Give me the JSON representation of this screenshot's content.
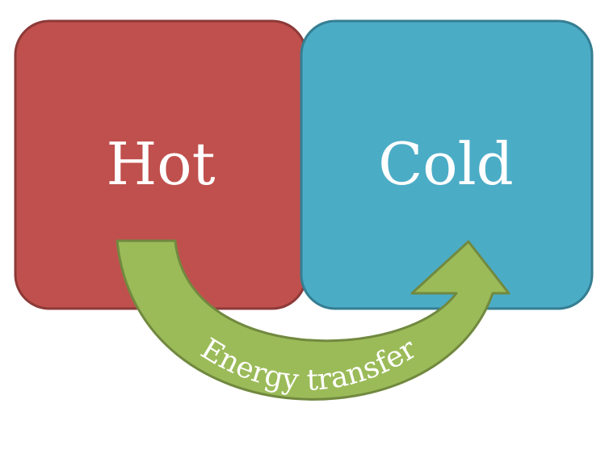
{
  "hot_box": {
    "label": "Hot",
    "fill_color": "#C0504D",
    "stroke_color": "#8C3A38"
  },
  "cold_box": {
    "label": "Cold",
    "fill_color": "#4BACC6",
    "stroke_color": "#357E92"
  },
  "transfer_arrow": {
    "label": "Energy transfer",
    "fill_color": "#9BBB59",
    "stroke_color": "#71893F"
  }
}
